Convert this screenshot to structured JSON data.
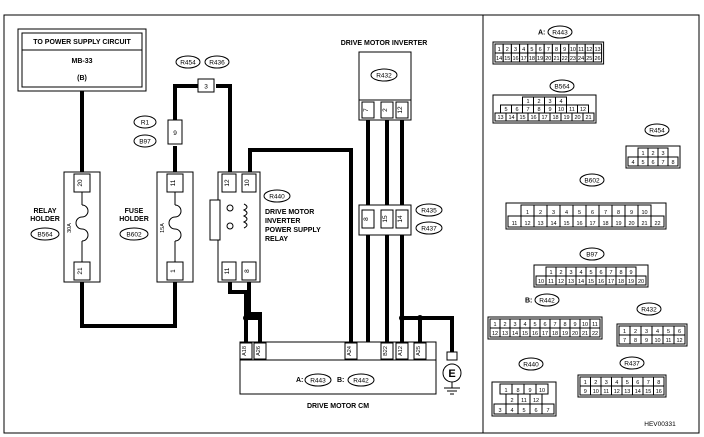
{
  "power_supply": {
    "title": "TO POWER SUPPLY CIRCUIT",
    "ref": "MB-33",
    "pin": "(B)"
  },
  "relay_holder": {
    "label": "RELAY\nHOLDER",
    "conn": "B564",
    "pin_top": "20",
    "pin_bot": "21",
    "fuse": "30A"
  },
  "fuse_holder": {
    "label": "FUSE\nHOLDER",
    "conn": "B602",
    "pin_top": "11",
    "pin_bot": "1",
    "fuse": "15A"
  },
  "inline1": {
    "conns": [
      "R1",
      "B97"
    ],
    "pin": "9"
  },
  "inline2": {
    "conns": [
      "R454",
      "R436"
    ],
    "pin": "3"
  },
  "relay": {
    "conn": "R440",
    "label": "DRIVE MOTOR\nINVERTER\nPOWER SUPPLY\nRELAY",
    "pins": [
      "12",
      "10",
      "11",
      "8"
    ]
  },
  "inverter": {
    "title": "DRIVE MOTOR INVERTER",
    "conn": "R432",
    "pins": [
      "7",
      "2",
      "12"
    ]
  },
  "inline3": {
    "conns": [
      "R435",
      "R437"
    ],
    "pins": [
      "8",
      "15",
      "14"
    ]
  },
  "cm": {
    "title": "DRIVE MOTOR CM",
    "a_prefix": "A:",
    "a_conn": "R443",
    "b_prefix": "B:",
    "b_conn": "R442",
    "pins": [
      "A18",
      "A26",
      "A24",
      "B22",
      "A12",
      "A25"
    ]
  },
  "ground": "E",
  "code": "HEV00331",
  "connectors": [
    {
      "name": "R443",
      "prefix": "A:",
      "rows": [
        [
          "1",
          "2",
          "3",
          "4",
          "5",
          "6",
          "7",
          "8",
          "9",
          "10",
          "11",
          "12",
          "13"
        ],
        [
          "14",
          "15",
          "16",
          "17",
          "18",
          "19",
          "20",
          "21",
          "22",
          "23",
          "24",
          "25",
          "26"
        ]
      ]
    },
    {
      "name": "B564",
      "rows": [
        [
          "1",
          "2",
          "3",
          "4"
        ],
        [
          "5",
          "6",
          "7",
          "8",
          "9",
          "10",
          "11",
          "12"
        ],
        [
          "13",
          "14",
          "15",
          "16",
          "17",
          "18",
          "19",
          "20",
          "21"
        ]
      ]
    },
    {
      "name": "R454",
      "rows": [
        [
          "1",
          "2",
          "3"
        ],
        [
          "4",
          "5",
          "6",
          "7",
          "8"
        ]
      ]
    },
    {
      "name": "B602",
      "rows": [
        [
          "1",
          "2",
          "3",
          "4",
          "5",
          "6",
          "7",
          "8",
          "9",
          "10"
        ],
        [
          "11",
          "12",
          "13",
          "14",
          "15",
          "16",
          "17",
          "18",
          "19",
          "20",
          "21",
          "22"
        ]
      ]
    },
    {
      "name": "B97",
      "rows": [
        [
          "1",
          "2",
          "3",
          "4",
          "5",
          "6",
          "7",
          "8",
          "9"
        ],
        [
          "10",
          "11",
          "12",
          "13",
          "14",
          "15",
          "16",
          "17",
          "18",
          "19",
          "20"
        ]
      ]
    },
    {
      "name": "R442",
      "prefix": "B:",
      "rows": [
        [
          "1",
          "2",
          "3",
          "4",
          "5",
          "6",
          "7",
          "8",
          "9",
          "10",
          "11"
        ],
        [
          "12",
          "13",
          "14",
          "15",
          "16",
          "17",
          "18",
          "19",
          "20",
          "21",
          "22"
        ]
      ]
    },
    {
      "name": "R432",
      "rows": [
        [
          "1",
          "2",
          "3",
          "4",
          "5",
          "6"
        ],
        [
          "7",
          "8",
          "9",
          "10",
          "11",
          "12"
        ]
      ]
    },
    {
      "name": "R440",
      "rows": [
        [
          "1",
          "8",
          "9",
          "10"
        ],
        [
          "2",
          "11",
          "12"
        ],
        [
          "3",
          "4",
          "5",
          "6",
          "7"
        ]
      ]
    },
    {
      "name": "R437",
      "rows": [
        [
          "1",
          "2",
          "3",
          "4",
          "5",
          "6",
          "7",
          "8"
        ],
        [
          "9",
          "10",
          "11",
          "12",
          "13",
          "14",
          "15",
          "16"
        ]
      ]
    }
  ]
}
